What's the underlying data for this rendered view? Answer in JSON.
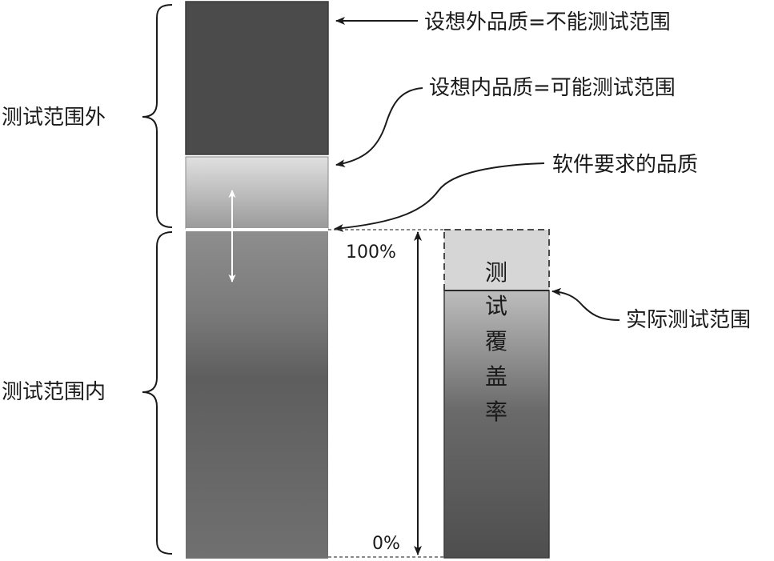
{
  "labels": {
    "out_of_scope": "测试范围外",
    "in_scope": "测试范围内",
    "unexpected_quality": "设想外品质=不能测试范围",
    "expected_quality": "设想内品质=可能测试范围",
    "required_quality": "软件要求的品质",
    "actual_test_range": "实际测试范围",
    "pct_top": "100%",
    "pct_bottom": "0%",
    "coverage_chars": [
      "测",
      "试",
      "覆",
      "盖",
      "率"
    ]
  },
  "colors": {
    "dark_block": "#4a4a4a",
    "light_block": "#dcdcdc",
    "gradient_mid": "#8c8c8c",
    "gradient_low": "#5c5c5c",
    "line": "#1a1a1a",
    "white_line": "#ffffff"
  }
}
